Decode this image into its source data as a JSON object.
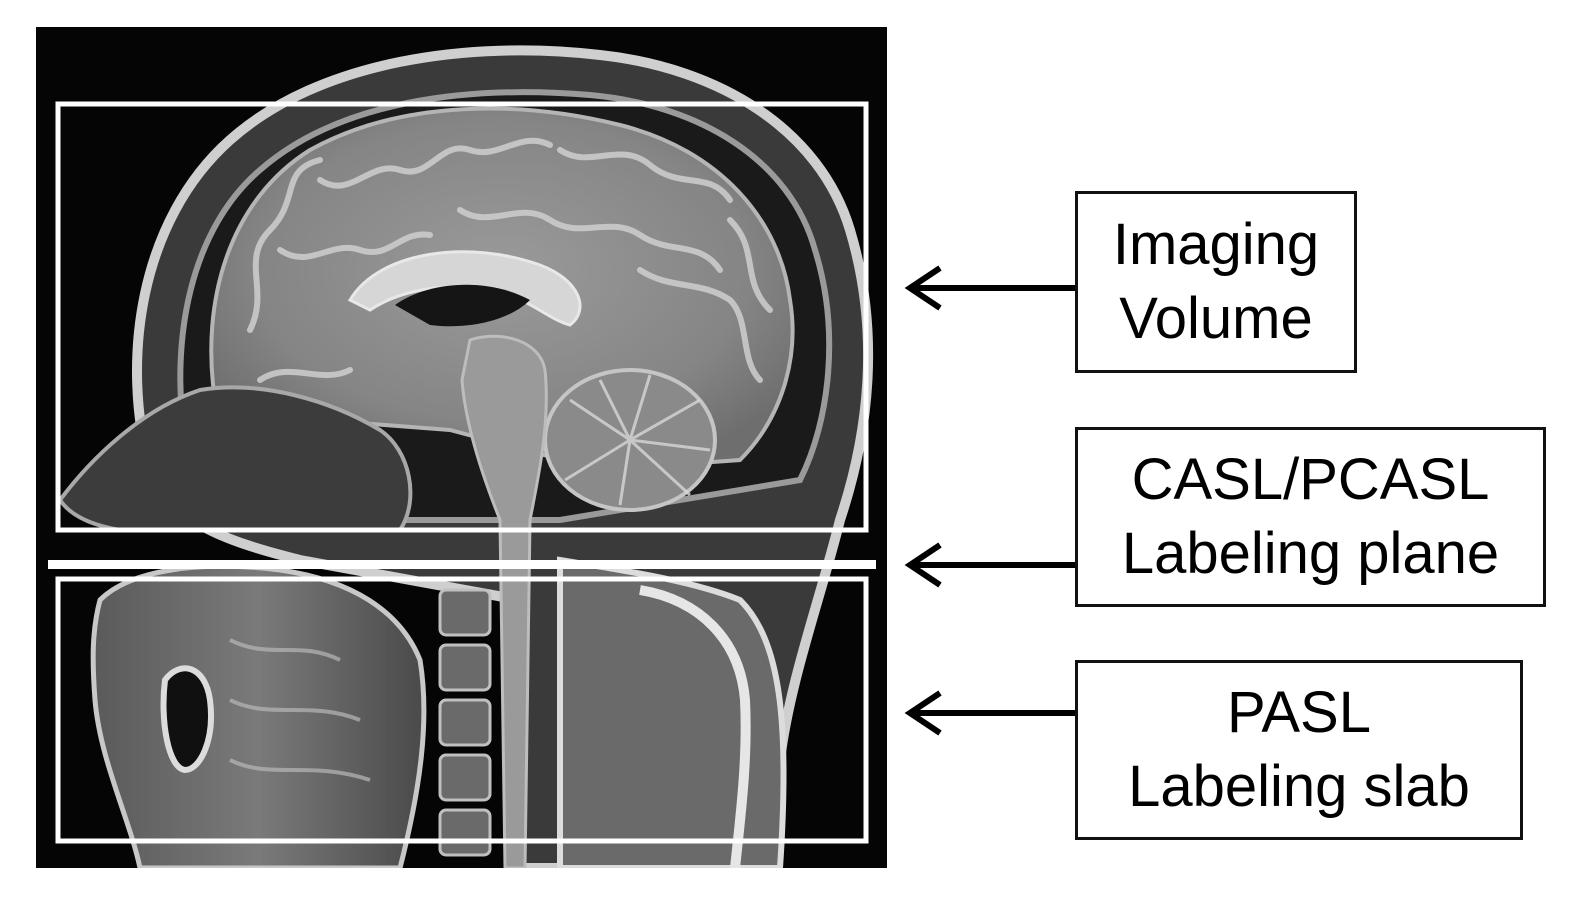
{
  "colors": {
    "background": "#ffffff",
    "scan_background": "#050505",
    "overlay_line": "#ffffff",
    "arrow": "#000000",
    "label_border": "#111111",
    "label_text": "#000000"
  },
  "scan": {
    "icon": "mri-sagittal-head-image"
  },
  "labels": {
    "imaging_volume": {
      "line1": "Imaging",
      "line2": "Volume"
    },
    "casl_plane": {
      "line1": "CASL/PCASL",
      "line2": "Labeling plane"
    },
    "pasl_slab": {
      "line1": "PASL",
      "line2": "Labeling slab"
    }
  },
  "arrows": {
    "icon": "arrow-left-icon"
  }
}
